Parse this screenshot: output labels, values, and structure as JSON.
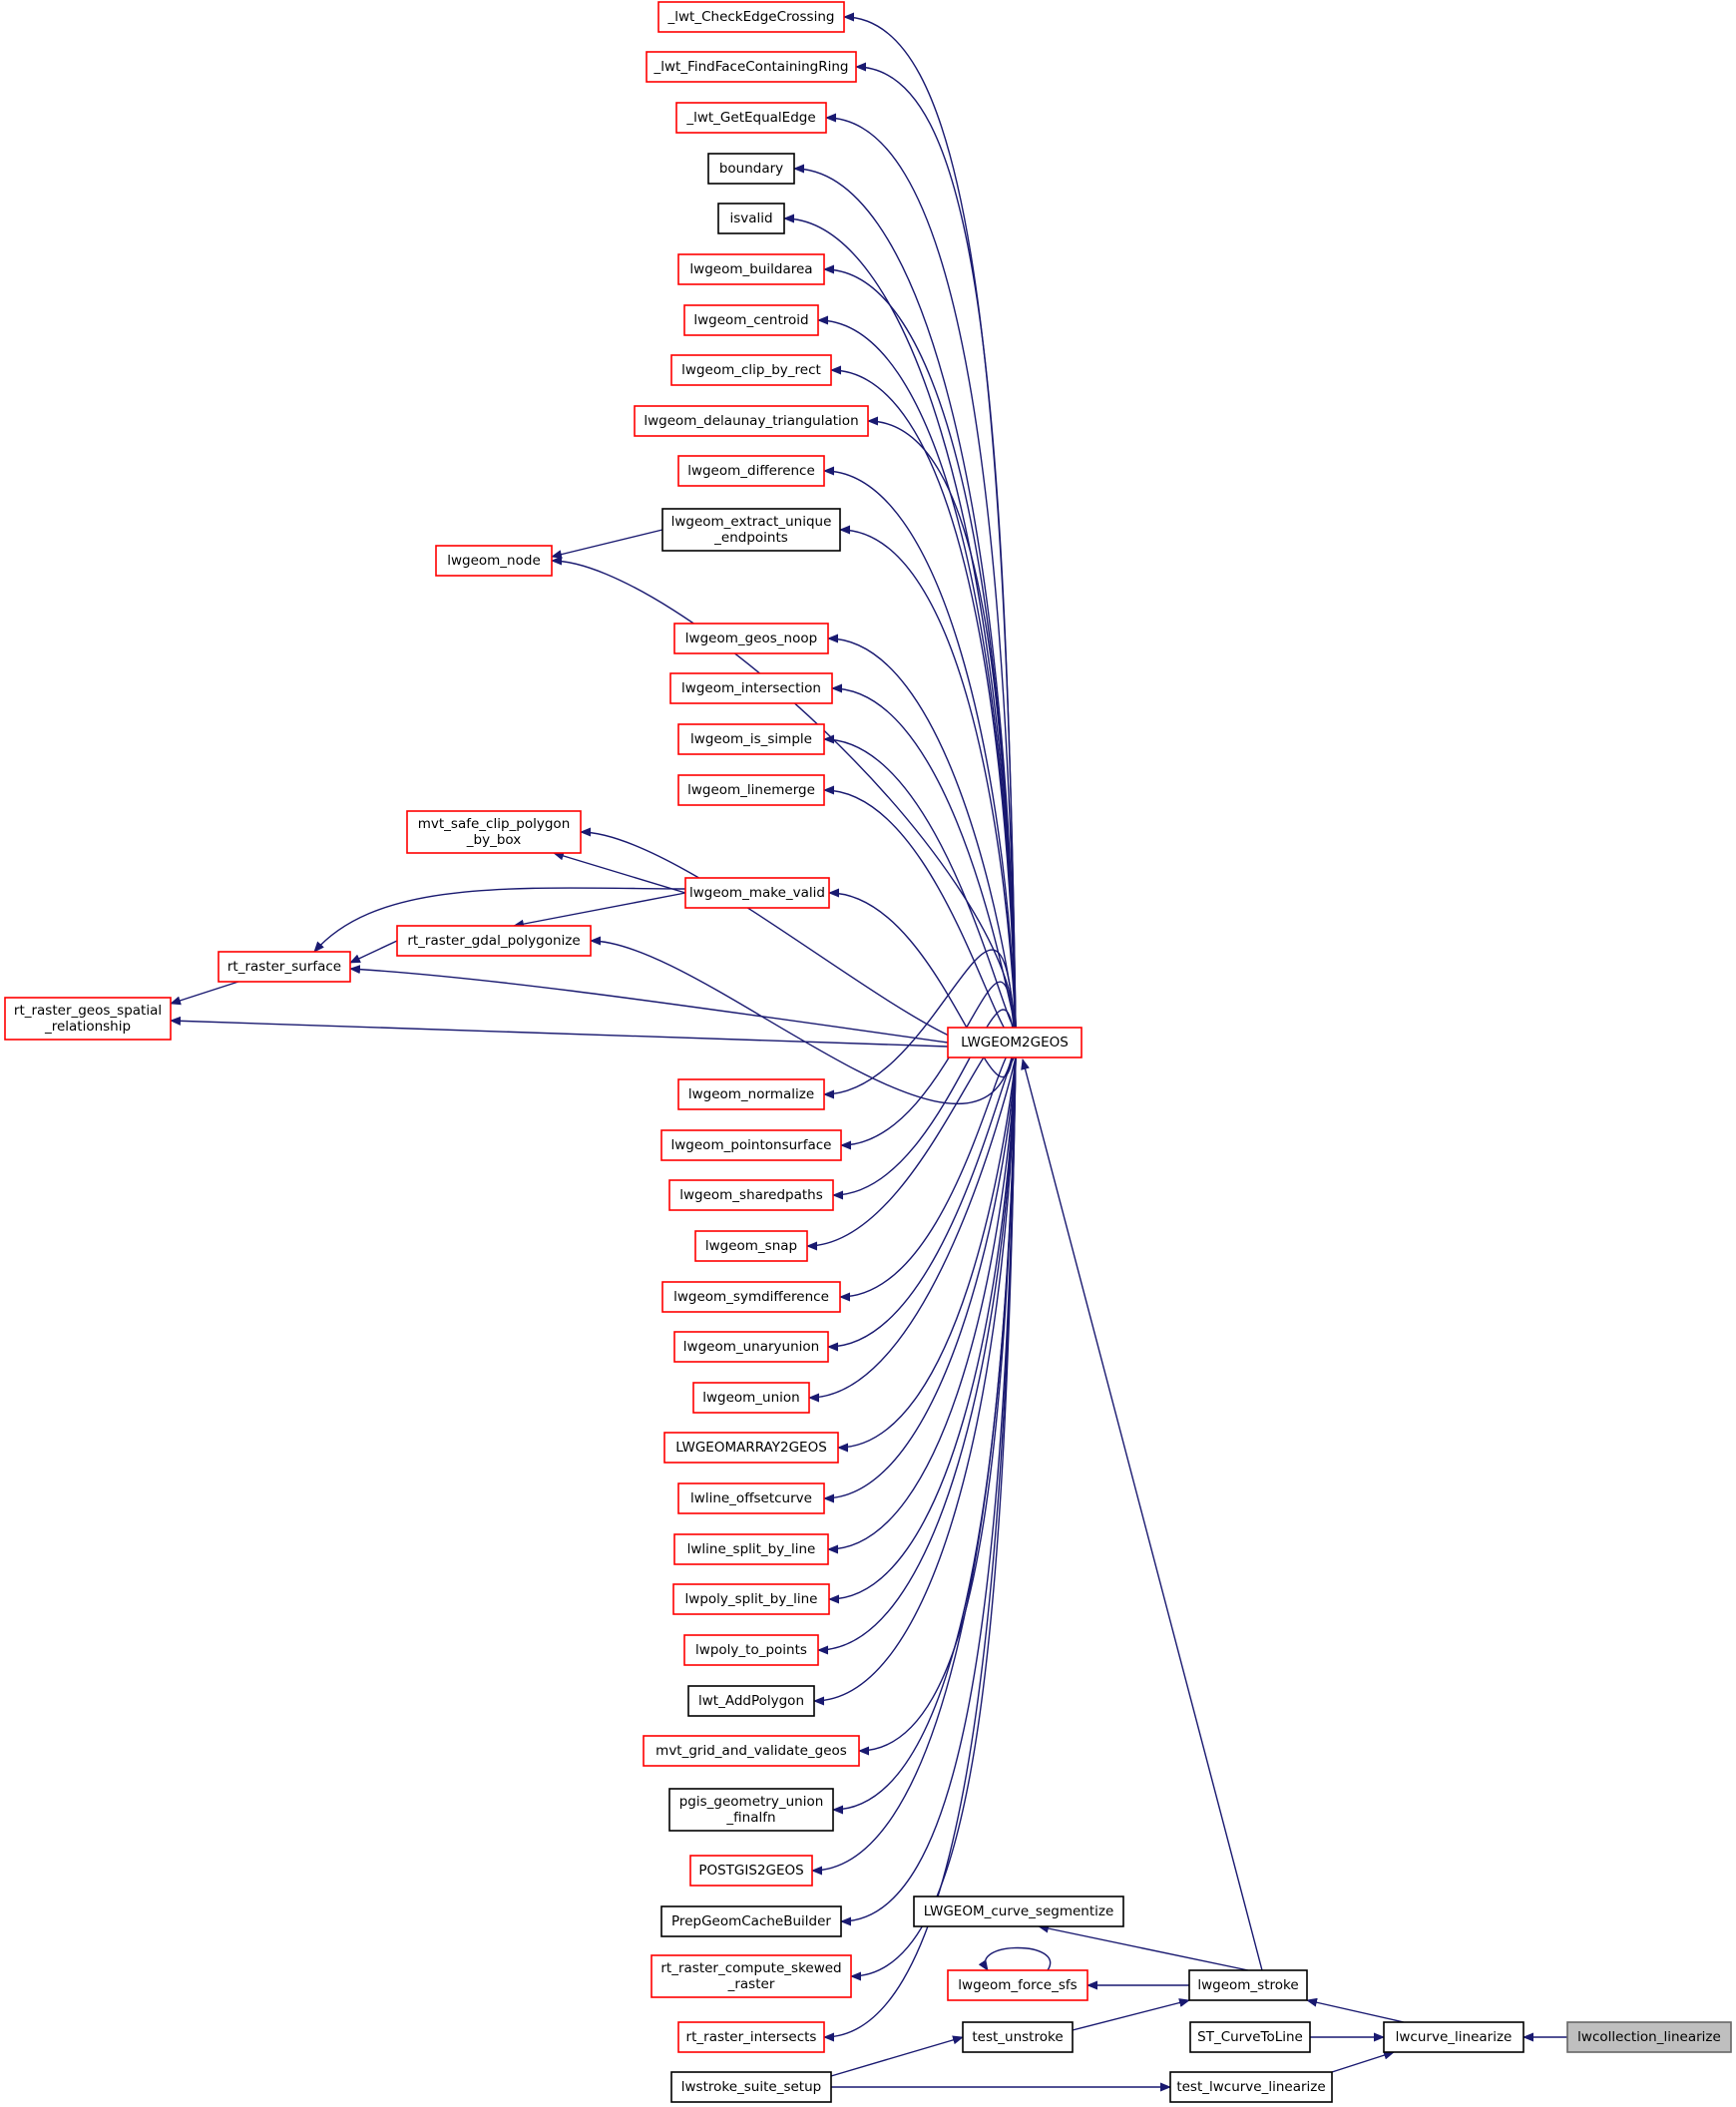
{
  "colors": {
    "edge": "#191970",
    "border_red": "#ff0000",
    "border_black": "#000000",
    "focus_fill": "#bfbfbf",
    "background": "#ffffff"
  },
  "nodes": [
    {
      "id": "n_lwt_check",
      "lines": [
        "_lwt_CheckEdgeCrossing"
      ],
      "border": "red"
    },
    {
      "id": "n_lwt_findface",
      "lines": [
        "_lwt_FindFaceContainingRing"
      ],
      "border": "red"
    },
    {
      "id": "n_lwt_getequal",
      "lines": [
        "_lwt_GetEqualEdge"
      ],
      "border": "red"
    },
    {
      "id": "n_boundary",
      "lines": [
        "boundary"
      ],
      "border": "black"
    },
    {
      "id": "n_isvalid",
      "lines": [
        "isvalid"
      ],
      "border": "black"
    },
    {
      "id": "n_buildarea",
      "lines": [
        "lwgeom_buildarea"
      ],
      "border": "red"
    },
    {
      "id": "n_centroid",
      "lines": [
        "lwgeom_centroid"
      ],
      "border": "red"
    },
    {
      "id": "n_clip_rect",
      "lines": [
        "lwgeom_clip_by_rect"
      ],
      "border": "red"
    },
    {
      "id": "n_delaunay",
      "lines": [
        "lwgeom_delaunay_triangulation"
      ],
      "border": "red"
    },
    {
      "id": "n_difference",
      "lines": [
        "lwgeom_difference"
      ],
      "border": "red"
    },
    {
      "id": "n_extract",
      "lines": [
        "lwgeom_extract_unique",
        "_endpoints"
      ],
      "border": "black"
    },
    {
      "id": "n_node",
      "lines": [
        "lwgeom_node"
      ],
      "border": "red"
    },
    {
      "id": "n_geos_noop",
      "lines": [
        "lwgeom_geos_noop"
      ],
      "border": "red"
    },
    {
      "id": "n_intersection",
      "lines": [
        "lwgeom_intersection"
      ],
      "border": "red"
    },
    {
      "id": "n_is_simple",
      "lines": [
        "lwgeom_is_simple"
      ],
      "border": "red"
    },
    {
      "id": "n_linemerge",
      "lines": [
        "lwgeom_linemerge"
      ],
      "border": "red"
    },
    {
      "id": "n_mvt_clip",
      "lines": [
        "mvt_safe_clip_polygon",
        "_by_box"
      ],
      "border": "red"
    },
    {
      "id": "n_make_valid",
      "lines": [
        "lwgeom_make_valid"
      ],
      "border": "red"
    },
    {
      "id": "n_gdal_poly",
      "lines": [
        "rt_raster_gdal_polygonize"
      ],
      "border": "red"
    },
    {
      "id": "n_raster_surface",
      "lines": [
        "rt_raster_surface"
      ],
      "border": "red"
    },
    {
      "id": "n_geos_spatial",
      "lines": [
        "rt_raster_geos_spatial",
        "_relationship"
      ],
      "border": "red"
    },
    {
      "id": "n_lwgeom2geos",
      "lines": [
        "LWGEOM2GEOS"
      ],
      "border": "red"
    },
    {
      "id": "n_normalize",
      "lines": [
        "lwgeom_normalize"
      ],
      "border": "red"
    },
    {
      "id": "n_pointonsurface",
      "lines": [
        "lwgeom_pointonsurface"
      ],
      "border": "red"
    },
    {
      "id": "n_sharedpaths",
      "lines": [
        "lwgeom_sharedpaths"
      ],
      "border": "red"
    },
    {
      "id": "n_snap",
      "lines": [
        "lwgeom_snap"
      ],
      "border": "red"
    },
    {
      "id": "n_symdiff",
      "lines": [
        "lwgeom_symdifference"
      ],
      "border": "red"
    },
    {
      "id": "n_unaryunion",
      "lines": [
        "lwgeom_unaryunion"
      ],
      "border": "red"
    },
    {
      "id": "n_union",
      "lines": [
        "lwgeom_union"
      ],
      "border": "red"
    },
    {
      "id": "n_array2geos",
      "lines": [
        "LWGEOMARRAY2GEOS"
      ],
      "border": "red"
    },
    {
      "id": "n_offsetcurve",
      "lines": [
        "lwline_offsetcurve"
      ],
      "border": "red"
    },
    {
      "id": "n_line_split",
      "lines": [
        "lwline_split_by_line"
      ],
      "border": "red"
    },
    {
      "id": "n_poly_split",
      "lines": [
        "lwpoly_split_by_line"
      ],
      "border": "red"
    },
    {
      "id": "n_poly_points",
      "lines": [
        "lwpoly_to_points"
      ],
      "border": "red"
    },
    {
      "id": "n_addpolygon",
      "lines": [
        "lwt_AddPolygon"
      ],
      "border": "black"
    },
    {
      "id": "n_mvt_grid",
      "lines": [
        "mvt_grid_and_validate_geos"
      ],
      "border": "red"
    },
    {
      "id": "n_pgis_union",
      "lines": [
        "pgis_geometry_union",
        "_finalfn"
      ],
      "border": "black"
    },
    {
      "id": "n_postgis2geos",
      "lines": [
        "POSTGIS2GEOS"
      ],
      "border": "red"
    },
    {
      "id": "n_prepgeom",
      "lines": [
        "PrepGeomCacheBuilder"
      ],
      "border": "black"
    },
    {
      "id": "n_skewed",
      "lines": [
        "rt_raster_compute_skewed",
        "_raster"
      ],
      "border": "red"
    },
    {
      "id": "n_rt_intersects",
      "lines": [
        "rt_raster_intersects"
      ],
      "border": "red"
    },
    {
      "id": "n_curve_seg",
      "lines": [
        "LWGEOM_curve_segmentize"
      ],
      "border": "black"
    },
    {
      "id": "n_force_sfs",
      "lines": [
        "lwgeom_force_sfs"
      ],
      "border": "red"
    },
    {
      "id": "n_stroke",
      "lines": [
        "lwgeom_stroke"
      ],
      "border": "black"
    },
    {
      "id": "n_unstroke",
      "lines": [
        "test_unstroke"
      ],
      "border": "black"
    },
    {
      "id": "n_st_curve",
      "lines": [
        "ST_CurveToLine"
      ],
      "border": "black"
    },
    {
      "id": "n_lwcurve_lin",
      "lines": [
        "lwcurve_linearize"
      ],
      "border": "black"
    },
    {
      "id": "n_lwcoll_lin",
      "lines": [
        "lwcollection_linearize"
      ],
      "border": "grey"
    },
    {
      "id": "n_suite_setup",
      "lines": [
        "lwstroke_suite_setup"
      ],
      "border": "black"
    },
    {
      "id": "n_test_lwcurve",
      "lines": [
        "test_lwcurve_linearize"
      ],
      "border": "black"
    }
  ]
}
